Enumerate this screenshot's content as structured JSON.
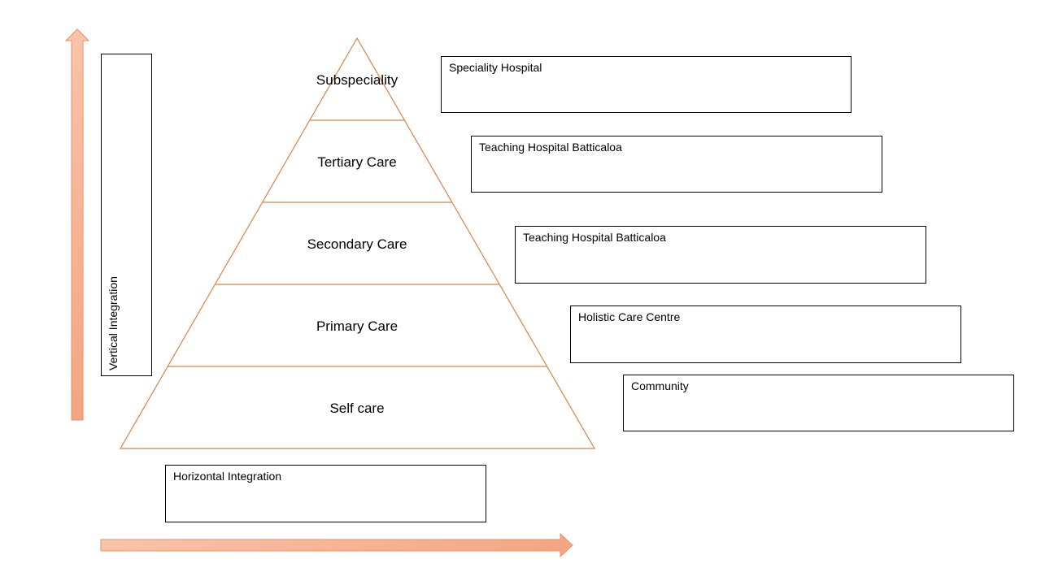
{
  "colors": {
    "pyramid_stroke": "#d9834a",
    "arrow_fill": "#f4a582",
    "arrow_fill_light": "#f8c4a8",
    "box_border": "#000000"
  },
  "pyramid": {
    "levels": [
      {
        "label": "Subspeciality"
      },
      {
        "label": "Tertiary Care"
      },
      {
        "label": "Secondary Care"
      },
      {
        "label": "Primary Care"
      },
      {
        "label": "Self care"
      }
    ]
  },
  "boxes": {
    "speciality": "Speciality Hospital",
    "tertiary": "Teaching Hospital Batticaloa",
    "secondary": "Teaching Hospital Batticaloa",
    "primary": "Holistic Care Centre",
    "community": "Community"
  },
  "axes": {
    "vertical_label": "Vertical Integration",
    "horizontal_label": "Horizontal Integration",
    "vertical_icon": "arrow-up-icon",
    "horizontal_icon": "arrow-right-icon"
  }
}
